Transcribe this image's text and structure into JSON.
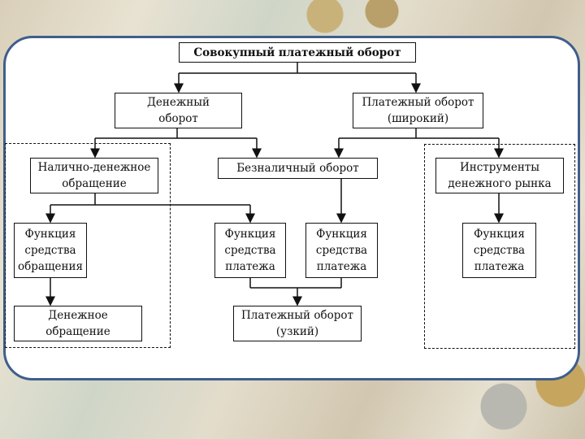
{
  "diagram": {
    "root": "Совокупный платежный оборот",
    "money_turnover": "Денежный\nоборот",
    "payment_turnover_wide": "Платежный оборот\n(широкий)",
    "cash_circulation": "Налично-денежное\nобращение",
    "non_cash_turnover": "Безналичный оборот",
    "money_market_instruments": "Инструменты\nденежного рынка",
    "function_circulation": "Функция\nсредства\nобращения",
    "function_payment_1": "Функция\nсредства\nплатежа",
    "function_payment_2": "Функция\nсредства\nплатежа",
    "function_payment_3": "Функция\nсредства\nплатежа",
    "money_circulation": "Денежное\nобращение",
    "payment_turnover_narrow": "Платежный оборот\n(узкий)"
  }
}
